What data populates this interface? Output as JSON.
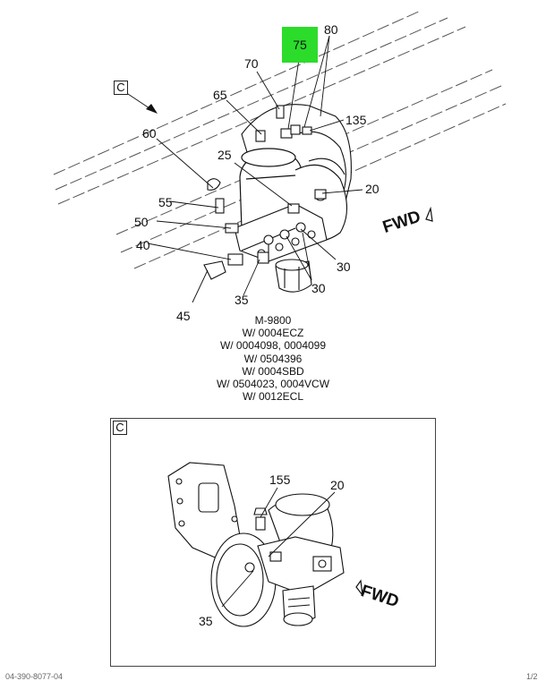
{
  "callouts": {
    "c80": "80",
    "c75": "75",
    "c70": "70",
    "c65": "65",
    "c135": "135",
    "c60": "60",
    "c25": "25",
    "c20": "20",
    "c55": "55",
    "c50": "50",
    "c40": "40",
    "c45": "45",
    "c35": "35",
    "c30a": "30",
    "c30b": "30"
  },
  "section_label": "C",
  "fwd_label": "FWD",
  "caption": {
    "line1": "M-9800",
    "line2": "W/ 0004ECZ",
    "line3": "W/ 0004098, 0004099",
    "line4": "W/ 0504396",
    "line5": "W/ 0004SBD",
    "line6": "W/ 0504023, 0004VCW",
    "line7": "W/ 0012ECL"
  },
  "detail": {
    "label": "C",
    "c155": "155",
    "c20": "20",
    "c35": "35",
    "fwd_label": "FWD"
  },
  "footer": {
    "left": "04-390-8077-04",
    "right": "1/2"
  },
  "colors": {
    "highlight": "#2bdc2b",
    "line": "#111111",
    "rail": "#555555"
  }
}
